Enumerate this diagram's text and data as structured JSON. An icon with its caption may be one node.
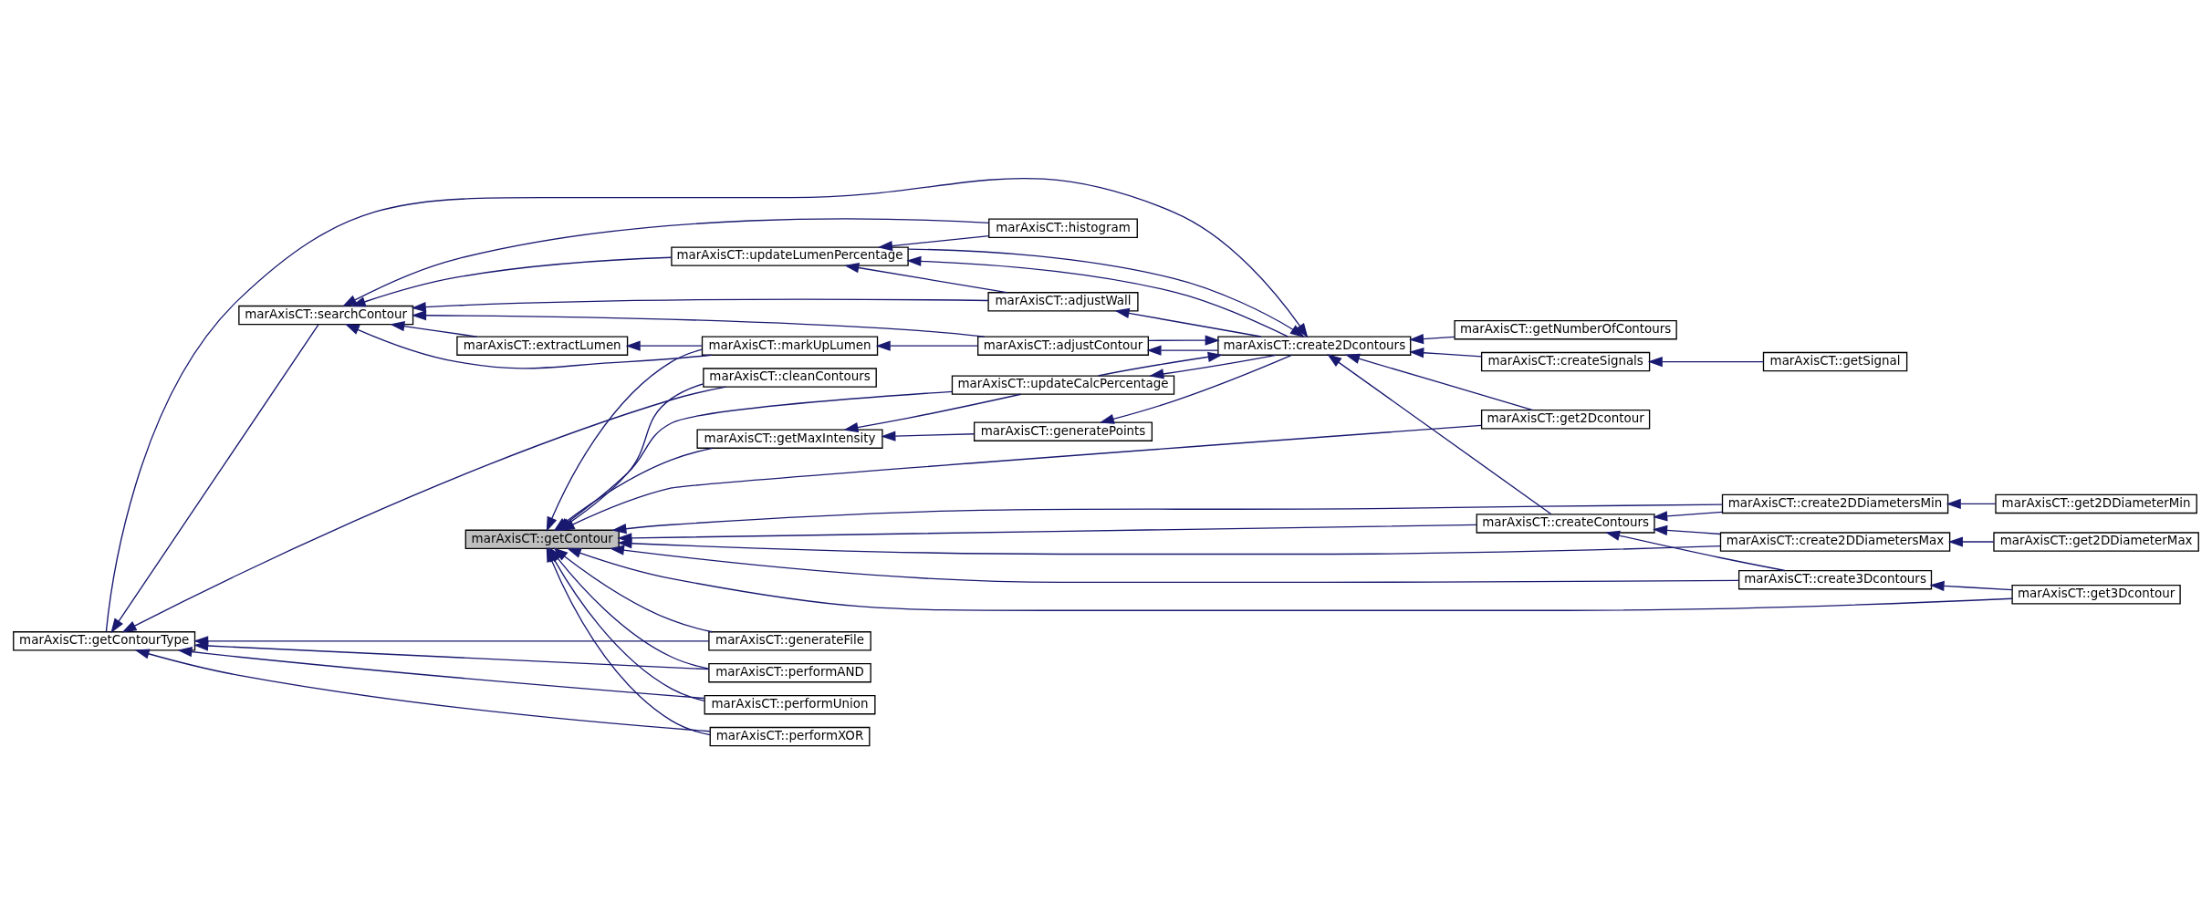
{
  "diagram": {
    "nodes": [
      {
        "text": [
          "marAxisCT::getContour"
        ]
      },
      {
        "text": [
          "marAxisCT::getMaxIntensity"
        ]
      },
      {
        "text": [
          "marAxisCT::generatePoints"
        ]
      },
      {
        "text": [
          "marAxisCT::create2Dcontours"
        ]
      },
      {
        "text": [
          "marAxisCT::createContours"
        ]
      },
      {
        "text": [
          "marAxisCT::getNumberOfContours"
        ]
      },
      {
        "text": [
          "marAxisCT::createSignals"
        ]
      },
      {
        "text": [
          "marAxisCT::getContourType"
        ]
      },
      {
        "text": [
          "marAxisCT::updateCalcPercentage"
        ]
      },
      {
        "text": [
          "marAxisCT::get2Dcontour"
        ]
      },
      {
        "text": [
          "marAxisCT::updateLumenPercentage"
        ]
      },
      {
        "text": [
          "marAxisCT::getSignal"
        ]
      },
      {
        "text": [
          "marAxisCT::cleanContours"
        ]
      },
      {
        "text": [
          "marAxisCT::searchContour"
        ]
      },
      {
        "text": [
          "marAxisCT::generateFile"
        ]
      },
      {
        "text": [
          "marAxisCT::performAND"
        ]
      },
      {
        "text": [
          "marAxisCT::performUnion"
        ]
      },
      {
        "text": [
          "marAxisCT::performXOR"
        ]
      },
      {
        "text": [
          "marAxisCT::create2DDiametersMax"
        ]
      },
      {
        "text": [
          "marAxisCT::create2DDiametersMin"
        ]
      },
      {
        "text": [
          "marAxisCT::create3Dcontours"
        ]
      },
      {
        "text": [
          "marAxisCT::adjustWall"
        ]
      },
      {
        "text": [
          "marAxisCT::histogram"
        ]
      },
      {
        "text": [
          "marAxisCT::extractLumen"
        ]
      },
      {
        "text": [
          "marAxisCT::markUpLumen"
        ]
      },
      {
        "text": [
          "marAxisCT::get2DDiameterMax"
        ]
      },
      {
        "text": [
          "marAxisCT::get2DDiameterMin"
        ]
      },
      {
        "text": [
          "marAxisCT::get3Dcontour"
        ]
      },
      {
        "text": [
          "marAxisCT::adjustContour"
        ]
      }
    ],
    "edges": [
      {
        "from": 1,
        "to": 0,
        "arrow": "to"
      },
      {
        "from": 12,
        "to": 0,
        "arrow": "to"
      },
      {
        "from": 8,
        "to": 0,
        "arrow": "to"
      },
      {
        "from": 9,
        "to": 0,
        "arrow": "to"
      },
      {
        "from": 14,
        "to": 0,
        "arrow": "to"
      },
      {
        "from": 15,
        "to": 0,
        "arrow": "to"
      },
      {
        "from": 16,
        "to": 0,
        "arrow": "to"
      },
      {
        "from": 17,
        "to": 0,
        "arrow": "to"
      },
      {
        "from": 24,
        "to": 0,
        "arrow": "to"
      },
      {
        "from": 18,
        "to": 0,
        "arrow": "to"
      },
      {
        "from": 4,
        "to": 0,
        "arrow": "to"
      },
      {
        "from": 19,
        "to": 0,
        "arrow": "to"
      },
      {
        "from": 20,
        "to": 0,
        "arrow": "to"
      },
      {
        "from": 27,
        "to": 0,
        "arrow": "to"
      },
      {
        "from": 2,
        "to": 1,
        "arrow": "to"
      },
      {
        "from": 8,
        "to": 1,
        "arrow": "to"
      },
      {
        "from": 3,
        "to": 2,
        "arrow": "to"
      },
      {
        "from": 28,
        "to": 3,
        "arrow": "to"
      },
      {
        "from": 3,
        "to": 28,
        "arrow": "to"
      },
      {
        "from": 3,
        "to": 21,
        "arrow": "to"
      },
      {
        "from": 5,
        "to": 3,
        "arrow": "to"
      },
      {
        "from": 10,
        "to": 3,
        "arrow": "to"
      },
      {
        "from": 3,
        "to": 10,
        "arrow": "to"
      },
      {
        "from": 6,
        "to": 3,
        "arrow": "to"
      },
      {
        "from": 7,
        "to": 3,
        "arrow": "to"
      },
      {
        "from": 8,
        "to": 3,
        "arrow": "to"
      },
      {
        "from": 3,
        "to": 8,
        "arrow": "to"
      },
      {
        "from": 9,
        "to": 3,
        "arrow": "to"
      },
      {
        "from": 4,
        "to": 3,
        "arrow": "to"
      },
      {
        "from": 11,
        "to": 6,
        "arrow": "to"
      },
      {
        "from": 12,
        "to": 7,
        "arrow": "to"
      },
      {
        "from": 13,
        "to": 7,
        "arrow": "to"
      },
      {
        "from": 14,
        "to": 7,
        "arrow": "to"
      },
      {
        "from": 15,
        "to": 7,
        "arrow": "to"
      },
      {
        "from": 16,
        "to": 7,
        "arrow": "to"
      },
      {
        "from": 17,
        "to": 7,
        "arrow": "to"
      },
      {
        "from": 21,
        "to": 10,
        "arrow": "to"
      },
      {
        "from": 22,
        "to": 10,
        "arrow": "to"
      },
      {
        "from": 10,
        "to": 13,
        "arrow": "to"
      },
      {
        "from": 21,
        "to": 13,
        "arrow": "to"
      },
      {
        "from": 22,
        "to": 13,
        "arrow": "to"
      },
      {
        "from": 28,
        "to": 13,
        "arrow": "to"
      },
      {
        "from": 23,
        "to": 13,
        "arrow": "to"
      },
      {
        "from": 24,
        "to": 13,
        "arrow": "to"
      },
      {
        "from": 24,
        "to": 23,
        "arrow": "to"
      },
      {
        "from": 28,
        "to": 24,
        "arrow": "to"
      },
      {
        "from": 18,
        "to": 4,
        "arrow": "to"
      },
      {
        "from": 19,
        "to": 4,
        "arrow": "to"
      },
      {
        "from": 20,
        "to": 4,
        "arrow": "to"
      },
      {
        "from": 25,
        "to": 18,
        "arrow": "to"
      },
      {
        "from": 26,
        "to": 19,
        "arrow": "to"
      },
      {
        "from": 27,
        "to": 20,
        "arrow": "to"
      }
    ]
  }
}
